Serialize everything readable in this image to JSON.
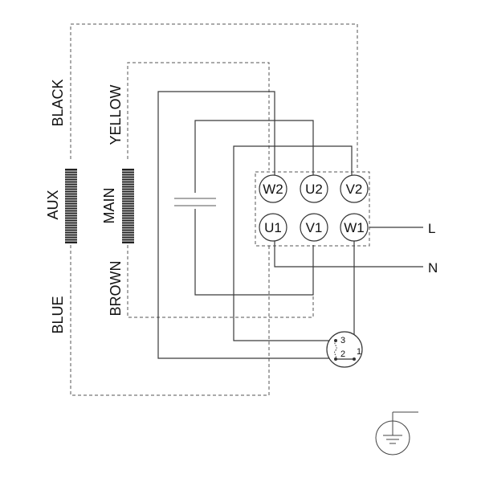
{
  "colors": {
    "line": "#3a3a3a",
    "dashed": "#555555",
    "coil": "#222222",
    "background": "#ffffff"
  },
  "wires": {
    "black": "BLACK",
    "yellow": "YELLOW",
    "brown": "BROWN",
    "blue": "BLUE"
  },
  "windings": {
    "aux": "AUX",
    "main": "MAIN"
  },
  "terminals": {
    "top": [
      "W2",
      "U2",
      "V2"
    ],
    "bottom": [
      "U1",
      "V1",
      "W1"
    ]
  },
  "supply": {
    "line": "L",
    "neutral": "N"
  },
  "thermal_protector": {
    "pins": [
      "3",
      "2",
      "1"
    ]
  },
  "icons": {
    "capacitor": "capacitor-icon",
    "ground": "earth-ground-icon",
    "protector": "thermal-protector-icon"
  }
}
